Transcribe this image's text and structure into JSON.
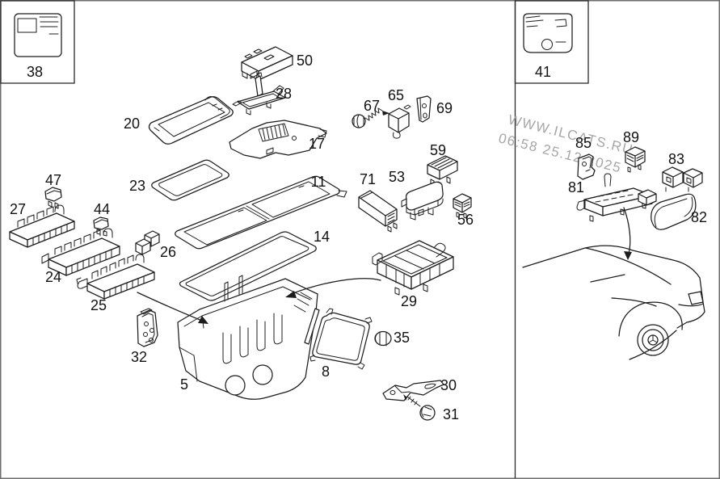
{
  "page": {
    "kind": "parts-catalog-diagram",
    "background": "#ffffff",
    "line_color": "#1c1c1c",
    "border_color": "#6e6e6e",
    "watermark_color": "#a6a6a6"
  },
  "watermark": {
    "line1": "WWW.ILCATS.RU",
    "line2": "06:58 25.12.2025",
    "rotation_deg": 14
  },
  "panels": {
    "left_reference_box_label": "38",
    "right_reference_box_label": "41",
    "left_reference_icon": "label-card-icon",
    "right_reference_icon": "control-unit-card-icon"
  },
  "callouts": {
    "5": "5",
    "8": "8",
    "11": "11",
    "14": "14",
    "17": "17",
    "20": "20",
    "23": "23",
    "24": "24",
    "25": "25",
    "26": "26",
    "27": "27",
    "28": "28",
    "29": "29",
    "30": "30",
    "31": "31",
    "32": "32",
    "35": "35",
    "38": "38",
    "41": "41",
    "44": "44",
    "47": "47",
    "50": "50",
    "53": "53",
    "56": "56",
    "59": "59",
    "65": "65",
    "67": "67",
    "69": "69",
    "71": "71",
    "81": "81",
    "82": "82",
    "83": "83",
    "85": "85",
    "89": "89"
  }
}
